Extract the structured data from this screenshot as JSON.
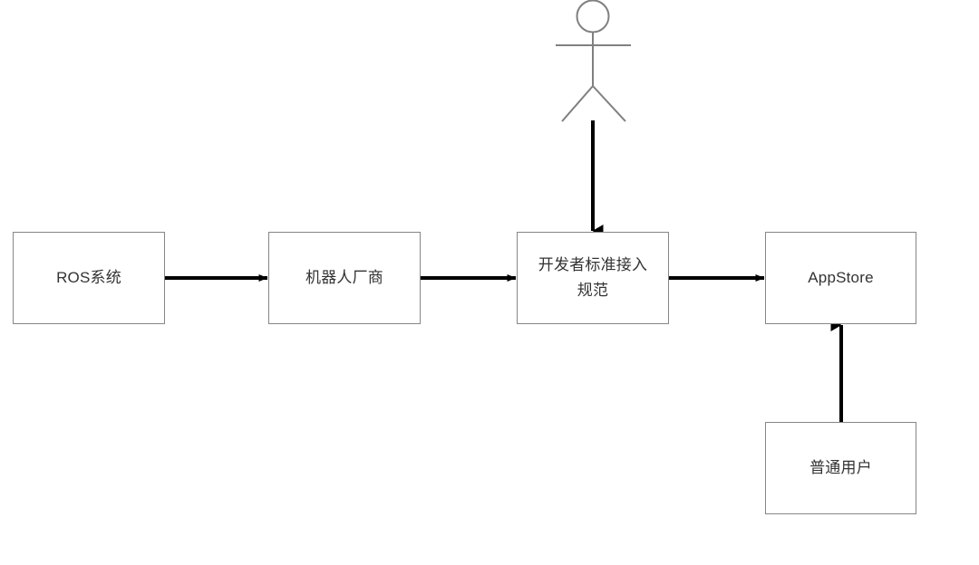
{
  "diagram": {
    "type": "flowchart",
    "title": "",
    "colors": {
      "background": "#ffffff",
      "node_border": "#868686",
      "node_fill": "#ffffff",
      "node_text": "#333333",
      "arrow": "#000000",
      "actor_stroke": "#808080"
    },
    "nodes": [
      {
        "id": "ros",
        "label": "ROS系统",
        "shape": "rectangle"
      },
      {
        "id": "vendor",
        "label": "机器人厂商",
        "shape": "rectangle"
      },
      {
        "id": "spec",
        "label": "开发者标准接入\n规范",
        "shape": "rectangle"
      },
      {
        "id": "store",
        "label": "AppStore",
        "shape": "rectangle"
      },
      {
        "id": "user",
        "label": "普通用户",
        "shape": "rectangle"
      }
    ],
    "actor": {
      "id": "developer-actor",
      "label": "",
      "shape": "stick-figure"
    },
    "edges": [
      {
        "from": "ros",
        "to": "vendor",
        "label": "",
        "direction": "right"
      },
      {
        "from": "vendor",
        "to": "spec",
        "label": "",
        "direction": "right"
      },
      {
        "from": "spec",
        "to": "store",
        "label": "",
        "direction": "right"
      },
      {
        "from": "developer-actor",
        "to": "spec",
        "label": "",
        "direction": "down"
      },
      {
        "from": "user",
        "to": "store",
        "label": "",
        "direction": "up"
      }
    ]
  }
}
